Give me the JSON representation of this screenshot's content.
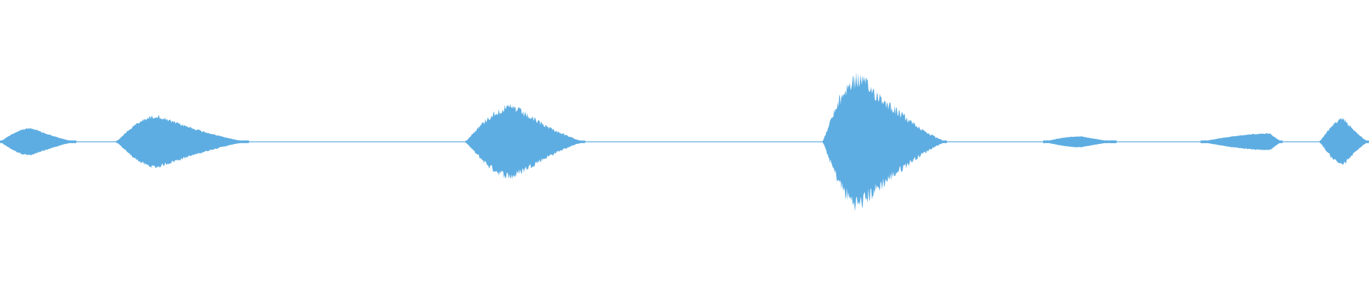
{
  "waveform": {
    "color": "#5dade2",
    "background": "#ffffff",
    "baseline_amplitude": 0.01,
    "segments": [
      {
        "start": 0.0,
        "peak": 0.023,
        "end": 0.056,
        "amplitude": 0.1,
        "jitter": 0.12
      },
      {
        "start": 0.085,
        "peak": 0.115,
        "end": 0.182,
        "amplitude": 0.19,
        "jitter": 0.14
      },
      {
        "start": 0.34,
        "peak": 0.375,
        "end": 0.428,
        "amplitude": 0.27,
        "jitter": 0.22
      },
      {
        "start": 0.601,
        "peak": 0.628,
        "end": 0.692,
        "amplitude": 0.5,
        "jitter": 0.26
      },
      {
        "start": 0.762,
        "peak": 0.79,
        "end": 0.816,
        "amplitude": 0.04,
        "jitter": 0.1
      },
      {
        "start": 0.877,
        "peak": 0.928,
        "end": 0.937,
        "amplitude": 0.06,
        "jitter": 0.1
      },
      {
        "start": 0.964,
        "peak": 0.982,
        "end": 1.0,
        "amplitude": 0.17,
        "jitter": 0.18
      }
    ]
  }
}
